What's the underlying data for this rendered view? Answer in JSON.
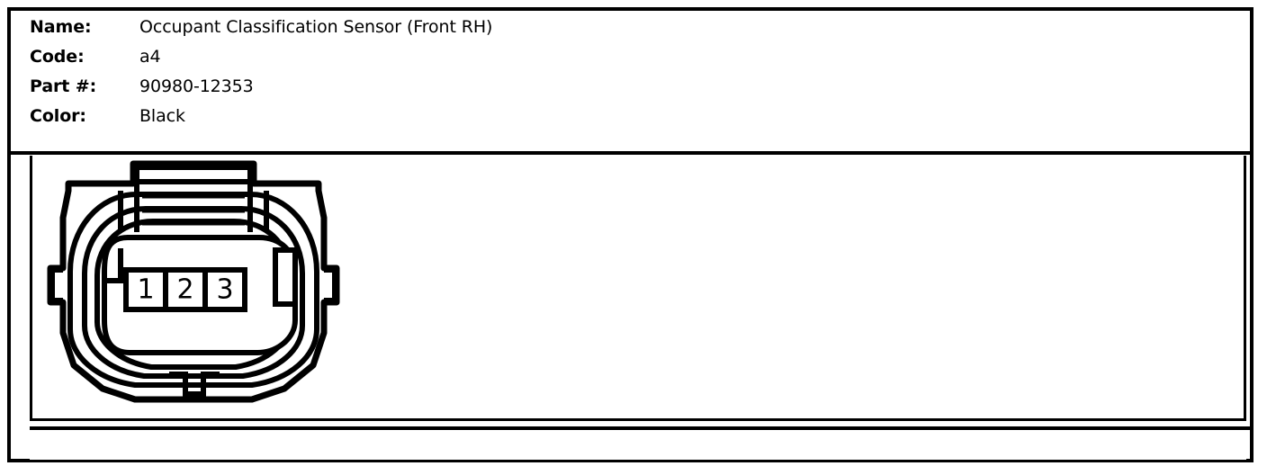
{
  "document": {
    "type": "connector-detail-sheet"
  },
  "info": {
    "rows": [
      {
        "label": "Name:",
        "value": "Occupant Classification Sensor (Front RH)"
      },
      {
        "label": "Code:",
        "value": "a4"
      },
      {
        "label": "Part #:",
        "value": "90980-12353"
      },
      {
        "label": "Color:",
        "value": "Black"
      }
    ]
  },
  "connector": {
    "view": "face-view",
    "terminal_count": 3,
    "pins": [
      {
        "number": "1"
      },
      {
        "number": "2"
      },
      {
        "number": "3"
      }
    ],
    "keying": {
      "left_key": "narrow-vertical-slot",
      "right_key": "wide-rectangular-block"
    },
    "features": {
      "top": "locking-latch-tab",
      "bottom": "center-notch",
      "sides": "side-retention-notches"
    }
  },
  "colors": {
    "ink": "#000000",
    "paper": "#ffffff"
  }
}
